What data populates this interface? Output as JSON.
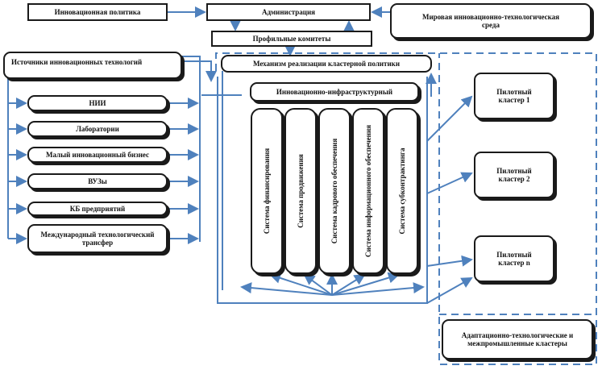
{
  "nodes": {
    "policy": "Инновационная политика",
    "admin": "Администрация",
    "environment": "Мировая инновационно-технологическая среда",
    "committees": "Профильные комитеты",
    "sources": "Источники инновационных технологий",
    "mechanism": "Механизм реализации кластерной политики",
    "infrastructure": "Инновационно-инфраструктурный",
    "nii": "НИИ",
    "labs": "Лаборатории",
    "small_business": "Малый инновационный бизнес",
    "universities": "ВУЗы",
    "kb": "КБ предприятий",
    "transfer": "Международный технологический трансфер",
    "pilot1": "Пилотный кластер 1",
    "pilot2": "Пилотный кластер 2",
    "pilotn": "Пилотный кластер n",
    "adaptive": "Адаптационно-технологические и межпромышленные кластеры"
  },
  "systems": [
    "Система финансирования",
    "Система продвижения",
    "Система кадрового обеспечения",
    "Система информационного обеспечения",
    "Система субконтрактинга"
  ],
  "colors": {
    "arrow": "#4f81bd",
    "border": "#1a1a1a",
    "dash": "#4f81bd"
  }
}
